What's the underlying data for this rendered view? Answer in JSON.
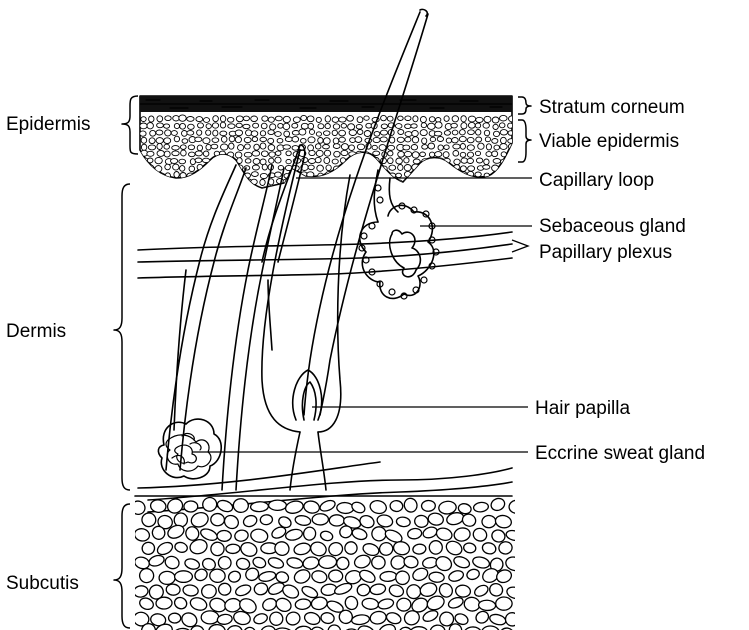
{
  "layers": {
    "epidermis": "Epidermis",
    "dermis": "Dermis",
    "subcutis": "Subcutis"
  },
  "structures": {
    "stratum_corneum": "Stratum corneum",
    "viable_epidermis": "Viable epidermis",
    "capillary_loop": "Capillary loop",
    "sebaceous_gland": "Sebaceous gland",
    "papillary_plexus": "Papillary plexus",
    "hair_papilla": "Hair papilla",
    "eccrine_sweat_gland": "Eccrine sweat gland"
  }
}
